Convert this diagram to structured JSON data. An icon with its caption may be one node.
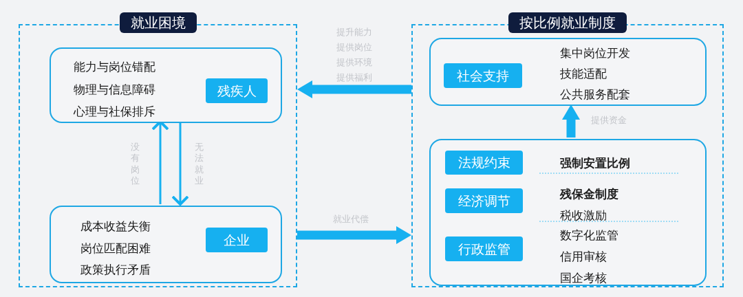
{
  "diagram": {
    "nodes": [
      {
        "text": [
          "就业困境"
        ]
      },
      {
        "text": [
          "能力与岗位错配",
          "物理与信息障碍",
          "心理与社保排斥"
        ],
        "in": 0
      },
      {
        "text": [
          "残疾人"
        ],
        "in": 1
      },
      {
        "text": [
          "成本收益失衡",
          "岗位匹配困难",
          "政策执行矛盾"
        ],
        "in": 0
      },
      {
        "text": [
          "企业"
        ],
        "in": 3
      },
      {
        "text": [
          "按比例就业制度"
        ]
      },
      {
        "text": [
          "集中岗位开发",
          "技能适配",
          "公共服务配套"
        ],
        "in": 5
      },
      {
        "text": [
          "社会支持"
        ],
        "in": 6
      },
      {
        "text": [],
        "shape": "box",
        "in": 5
      },
      {
        "text": [
          "法规约束"
        ],
        "in": 8,
        "beside": [
          "强制安置比例"
        ]
      },
      {
        "text": [
          "经济调节"
        ],
        "in": 8,
        "beside": [
          "残保金制度",
          "税收激励"
        ]
      },
      {
        "text": [
          "行政监管"
        ],
        "in": 8,
        "beside": [
          "数字化监管",
          "信用审核",
          "国企考核"
        ]
      }
    ],
    "edges": [
      {
        "from": 5,
        "to": 0,
        "arrow": "to",
        "label": "提升能力提供岗位提供环境提供福利"
      },
      {
        "from": 3,
        "to": 1,
        "arrow": "to",
        "label": "没有岗位"
      },
      {
        "from": 1,
        "to": 3,
        "arrow": "to",
        "label": "无法就业"
      },
      {
        "from": 0,
        "to": 5,
        "arrow": "to",
        "label": "就业代偿"
      },
      {
        "from": 8,
        "to": 6,
        "arrow": "to",
        "label": "提供资金"
      }
    ]
  }
}
